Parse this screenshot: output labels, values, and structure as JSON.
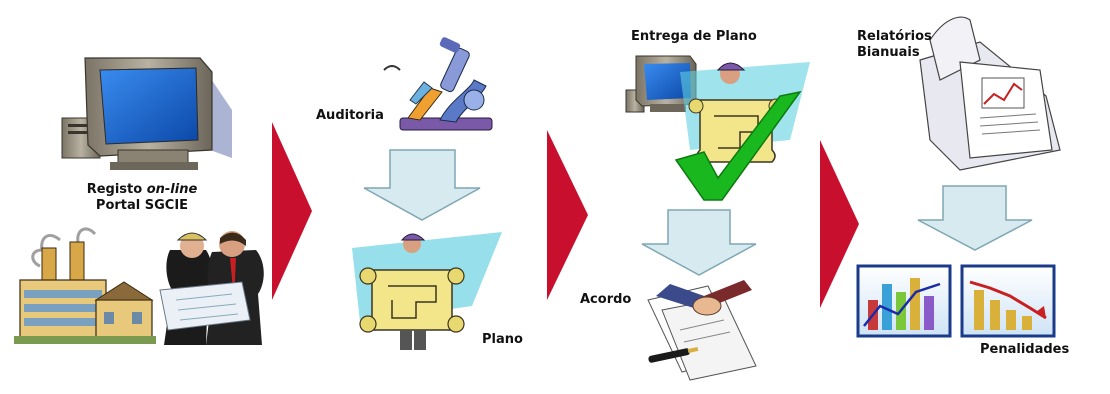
{
  "labels": {
    "registo_line1_prefix": "Registo ",
    "registo_line1_italic": "on-line",
    "registo_line2": "Portal SGCIE",
    "auditoria": "Auditoria",
    "plano": "Plano",
    "entrega_plano": "Entrega de Plano",
    "acordo": "Acordo",
    "relatorios_line1": "Relatórios",
    "relatorios_line2": "Bianuais",
    "penalidades": "Penalidades"
  },
  "colors": {
    "stage_arrow": "#c8102e",
    "down_arrow_fill": "#d6eaf0",
    "down_arrow_stroke": "#7fa6b4",
    "check": "#19b81e",
    "scroll_fill": "#f3e68a",
    "monitor_screen": "#1f6fd6"
  },
  "icons": {
    "computer": "computer-icon",
    "factory": "factory-icon",
    "engineers": "engineers-icon",
    "microscope": "microscope-icon",
    "blueprint": "blueprint-icon",
    "checkmark": "checkmark-icon",
    "handshake": "handshake-icon",
    "reports": "reports-icon",
    "chart": "chart-icon"
  }
}
